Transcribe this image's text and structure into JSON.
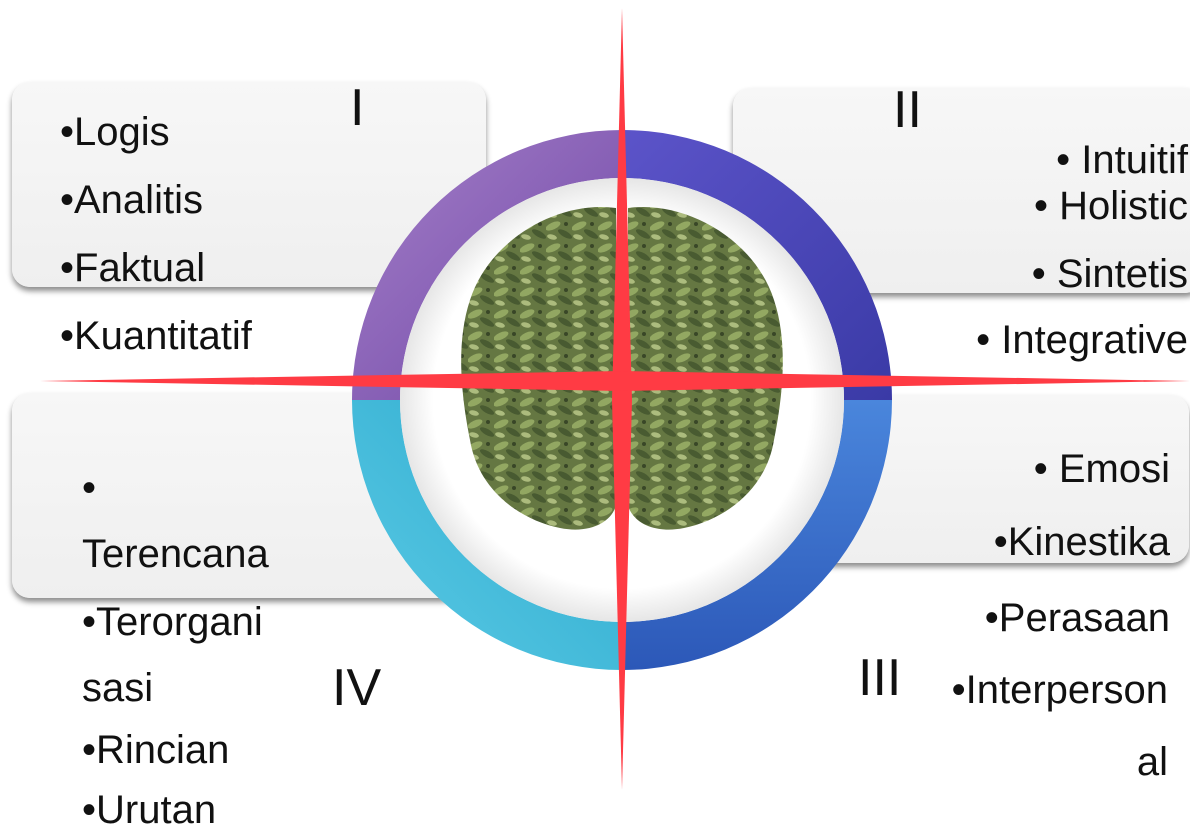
{
  "quadrants": {
    "q1": {
      "numeral": "I",
      "items": [
        "•Logis",
        "•Analitis",
        "•Faktual",
        "•Kuantitatif"
      ]
    },
    "q2": {
      "numeral": "II",
      "items": [
        "•  Intuitif",
        "•  Holistic",
        "•  Sintetis",
        "•  Integrative"
      ]
    },
    "q3": {
      "numeral": "III",
      "items": [
        "• Emosi",
        "•Kinestika",
        "•Perasaan",
        "•Interperson",
        "al"
      ]
    },
    "q4": {
      "numeral": "IV",
      "items": [
        "•",
        "Terencana",
        "•Terorgani",
        "sasi",
        "•Rincian",
        "•Urutan"
      ]
    }
  },
  "colors": {
    "cross": "#ff3b44",
    "ring_q1": "#8e5fb8",
    "ring_q2": "#4c4cc0",
    "ring_q3": "#3a6fd0",
    "ring_q4": "#3ab4d8"
  },
  "center_image": "brain-made-of-leaves"
}
